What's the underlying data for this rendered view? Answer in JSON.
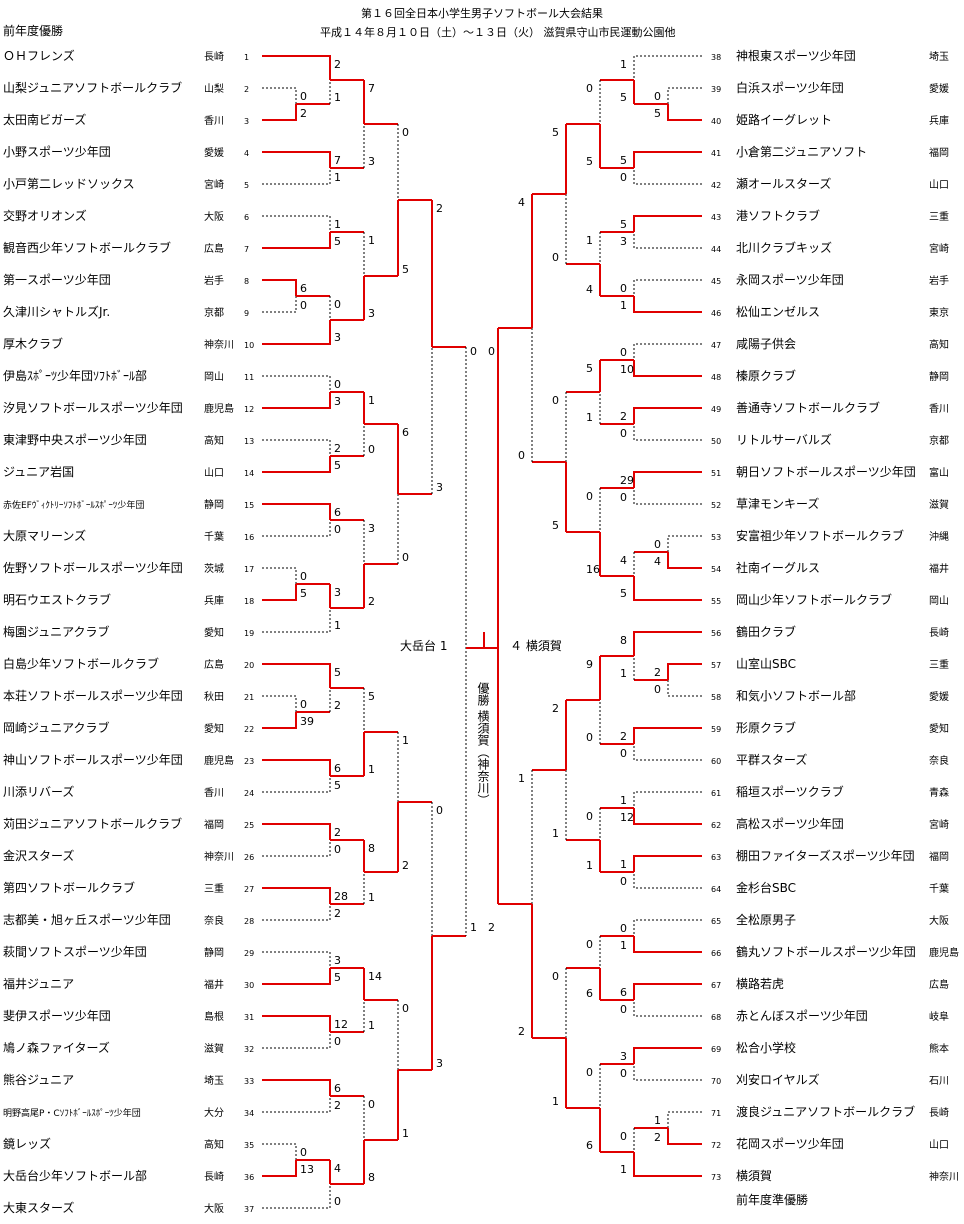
{
  "header": {
    "title": "第１６回全日本小学生男子ソフトボール大会結果",
    "subtitle": "平成１４年８月１０日（土）～１３日（火）  滋賀県守山市民運動公園他",
    "prev_champion_left": "前年度優勝",
    "prev_champion_right": "前年度準優勝"
  },
  "left_teams": [
    {
      "no": "1",
      "name": "ＯＨフレンズ",
      "pref": "長崎"
    },
    {
      "no": "2",
      "name": "山梨ジュニアソフトボールクラブ",
      "pref": "山梨"
    },
    {
      "no": "3",
      "name": "太田南ビガーズ",
      "pref": "香川"
    },
    {
      "no": "4",
      "name": "小野スポーツ少年団",
      "pref": "愛媛"
    },
    {
      "no": "5",
      "name": "小戸第二レッドソックス",
      "pref": "宮崎"
    },
    {
      "no": "6",
      "name": "交野オリオンズ",
      "pref": "大阪"
    },
    {
      "no": "7",
      "name": "観音西少年ソフトボールクラブ",
      "pref": "広島"
    },
    {
      "no": "8",
      "name": "第一スポーツ少年団",
      "pref": "岩手"
    },
    {
      "no": "9",
      "name": "久津川シャトルズJr.",
      "pref": "京都"
    },
    {
      "no": "10",
      "name": "厚木クラブ",
      "pref": "神奈川"
    },
    {
      "no": "11",
      "name": "伊島ｽﾎﾟｰﾂ少年団ｿﾌﾄﾎﾞｰﾙ部",
      "pref": "岡山"
    },
    {
      "no": "12",
      "name": "汐見ソフトボールスポーツ少年団",
      "pref": "鹿児島"
    },
    {
      "no": "13",
      "name": "東津野中央スポーツ少年団",
      "pref": "高知"
    },
    {
      "no": "14",
      "name": "ジュニア岩国",
      "pref": "山口"
    },
    {
      "no": "15",
      "name": "赤佐EFｳﾞｨｸﾄﾘｰｿﾌﾄﾎﾞｰﾙｽﾎﾟｰﾂ少年団",
      "pref": "静岡"
    },
    {
      "no": "16",
      "name": "大原マリーンズ",
      "pref": "千葉"
    },
    {
      "no": "17",
      "name": "佐野ソフトボールスポーツ少年団",
      "pref": "茨城"
    },
    {
      "no": "18",
      "name": "明石ウエストクラブ",
      "pref": "兵庫"
    },
    {
      "no": "19",
      "name": "梅園ジュニアクラブ",
      "pref": "愛知"
    },
    {
      "no": "20",
      "name": "白島少年ソフトボールクラブ",
      "pref": "広島"
    },
    {
      "no": "21",
      "name": "本荘ソフトボールスポーツ少年団",
      "pref": "秋田"
    },
    {
      "no": "22",
      "name": "岡崎ジュニアクラブ",
      "pref": "愛知"
    },
    {
      "no": "23",
      "name": "神山ソフトボールスポーツ少年団",
      "pref": "鹿児島"
    },
    {
      "no": "24",
      "name": "川添リバーズ",
      "pref": "香川"
    },
    {
      "no": "25",
      "name": "苅田ジュニアソフトボールクラブ",
      "pref": "福岡"
    },
    {
      "no": "26",
      "name": "金沢スターズ",
      "pref": "神奈川"
    },
    {
      "no": "27",
      "name": "第四ソフトボールクラブ",
      "pref": "三重"
    },
    {
      "no": "28",
      "name": "志都美・旭ヶ丘スポーツ少年団",
      "pref": "奈良"
    },
    {
      "no": "29",
      "name": "萩間ソフトスポーツ少年団",
      "pref": "静岡"
    },
    {
      "no": "30",
      "name": "福井ジュニア",
      "pref": "福井"
    },
    {
      "no": "31",
      "name": "斐伊スポーツ少年団",
      "pref": "島根"
    },
    {
      "no": "32",
      "name": "鳩ノ森ファイターズ",
      "pref": "滋賀"
    },
    {
      "no": "33",
      "name": "熊谷ジュニア",
      "pref": "埼玉"
    },
    {
      "no": "34",
      "name": "明野高尾P・Cｿﾌﾄﾎﾞｰﾙｽﾎﾟｰﾂ少年団",
      "pref": "大分"
    },
    {
      "no": "35",
      "name": "鏡レッズ",
      "pref": "高知"
    },
    {
      "no": "36",
      "name": "大岳台少年ソフトボール部",
      "pref": "長崎"
    },
    {
      "no": "37",
      "name": "大東スターズ",
      "pref": "大阪"
    }
  ],
  "right_teams": [
    {
      "no": "38",
      "name": "神根東スポーツ少年団",
      "pref": "埼玉"
    },
    {
      "no": "39",
      "name": "白浜スポーツ少年団",
      "pref": "愛媛"
    },
    {
      "no": "40",
      "name": "姫路イーグレット",
      "pref": "兵庫"
    },
    {
      "no": "41",
      "name": "小倉第二ジュニアソフト",
      "pref": "福岡"
    },
    {
      "no": "42",
      "name": "瀬オールスターズ",
      "pref": "山口"
    },
    {
      "no": "43",
      "name": "港ソフトクラブ",
      "pref": "三重"
    },
    {
      "no": "44",
      "name": "北川クラブキッズ",
      "pref": "宮崎"
    },
    {
      "no": "45",
      "name": "永岡スポーツ少年団",
      "pref": "岩手"
    },
    {
      "no": "46",
      "name": "松仙エンゼルス",
      "pref": "東京"
    },
    {
      "no": "47",
      "name": "咸陽子供会",
      "pref": "高知"
    },
    {
      "no": "48",
      "name": "榛原クラブ",
      "pref": "静岡"
    },
    {
      "no": "49",
      "name": "善通寺ソフトボールクラブ",
      "pref": "香川"
    },
    {
      "no": "50",
      "name": "リトルサーバルズ",
      "pref": "京都"
    },
    {
      "no": "51",
      "name": "朝日ソフトボールスポーツ少年団",
      "pref": "富山"
    },
    {
      "no": "52",
      "name": "草津モンキーズ",
      "pref": "滋賀"
    },
    {
      "no": "53",
      "name": "安富祖少年ソフトボールクラブ",
      "pref": "沖縄"
    },
    {
      "no": "54",
      "name": "社南イーグルス",
      "pref": "福井"
    },
    {
      "no": "55",
      "name": "岡山少年ソフトボールクラブ",
      "pref": "岡山"
    },
    {
      "no": "56",
      "name": "鶴田クラブ",
      "pref": "長崎"
    },
    {
      "no": "57",
      "name": "山室山SBC",
      "pref": "三重"
    },
    {
      "no": "58",
      "name": "和気小ソフトボール部",
      "pref": "愛媛"
    },
    {
      "no": "59",
      "name": "形原クラブ",
      "pref": "愛知"
    },
    {
      "no": "60",
      "name": "平群スターズ",
      "pref": "奈良"
    },
    {
      "no": "61",
      "name": "稲垣スポーツクラブ",
      "pref": "青森"
    },
    {
      "no": "62",
      "name": "高松スポーツ少年団",
      "pref": "宮崎"
    },
    {
      "no": "63",
      "name": "棚田ファイターズスポーツ少年団",
      "pref": "福岡"
    },
    {
      "no": "64",
      "name": "金杉台SBC",
      "pref": "千葉"
    },
    {
      "no": "65",
      "name": "全松原男子",
      "pref": "大阪"
    },
    {
      "no": "66",
      "name": "鶴丸ソフトボールスポーツ少年団",
      "pref": "鹿児島"
    },
    {
      "no": "67",
      "name": "横路若虎",
      "pref": "広島"
    },
    {
      "no": "68",
      "name": "赤とんぼスポーツ少年団",
      "pref": "岐阜"
    },
    {
      "no": "69",
      "name": "松合小学校",
      "pref": "熊本"
    },
    {
      "no": "70",
      "name": "刈安ロイヤルズ",
      "pref": "石川"
    },
    {
      "no": "71",
      "name": "渡良ジュニアソフトボールクラブ",
      "pref": "長崎"
    },
    {
      "no": "72",
      "name": "花岡スポーツ少年団",
      "pref": "山口"
    },
    {
      "no": "73",
      "name": "横須賀",
      "pref": "神奈川"
    }
  ],
  "final": {
    "left_label": "大岳台 1",
    "right_label": "４ 横須賀",
    "champion_vertical": "優勝 横須賀（神奈川）"
  }
}
